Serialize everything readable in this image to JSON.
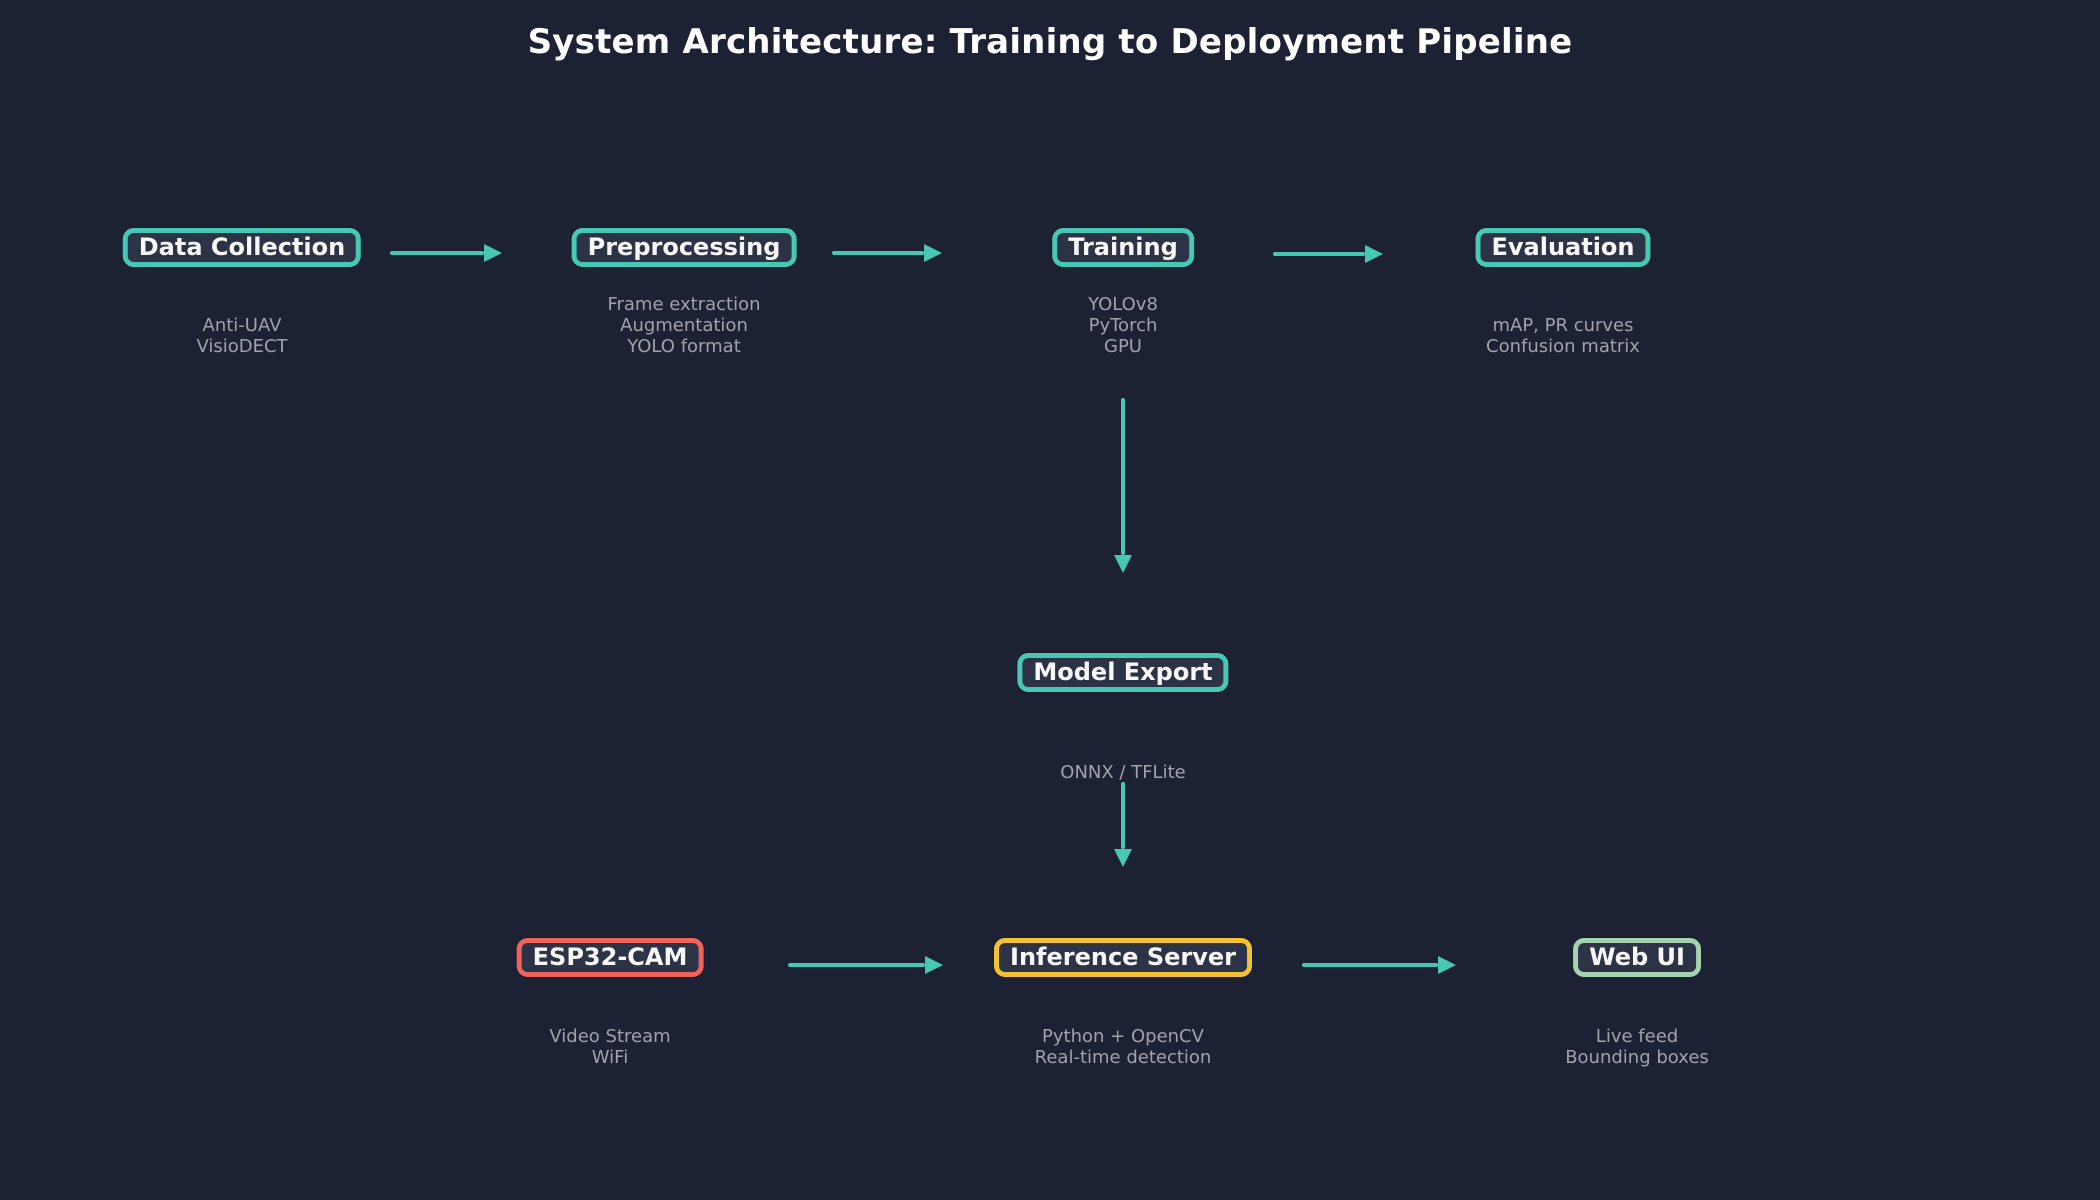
{
  "title": "System Architecture: Training to Deployment Pipeline",
  "colors": {
    "background": "#1d2134",
    "node_fill": "#2c3347",
    "accent_teal": "#47c8b4",
    "accent_red": "#f0635a",
    "accent_yellow": "#f2c233",
    "accent_mint": "#a5d3b1",
    "label_text": "#f8f8f8",
    "sublabel_text": "#a2a2ab",
    "arrow": "#47c8b4"
  },
  "nodes": [
    {
      "id": "data-collection",
      "label": "Data Collection",
      "sublabel": "Anti-UAV\nVisioDECT",
      "accent": "#47c8b4"
    },
    {
      "id": "preprocessing",
      "label": "Preprocessing",
      "sublabel": "Frame extraction\nAugmentation\nYOLO format",
      "accent": "#47c8b4"
    },
    {
      "id": "training",
      "label": "Training",
      "sublabel": "YOLOv8\nPyTorch\nGPU",
      "accent": "#47c8b4"
    },
    {
      "id": "evaluation",
      "label": "Evaluation",
      "sublabel": "mAP, PR curves\nConfusion matrix",
      "accent": "#47c8b4"
    },
    {
      "id": "model-export",
      "label": "Model Export",
      "sublabel": "ONNX / TFLite",
      "accent": "#47c8b4"
    },
    {
      "id": "esp32-cam",
      "label": "ESP32-CAM",
      "sublabel": "Video Stream\nWiFi",
      "accent": "#f0635a"
    },
    {
      "id": "inference-server",
      "label": "Inference Server",
      "sublabel": "Python + OpenCV\nReal-time detection",
      "accent": "#f2c233"
    },
    {
      "id": "web-ui",
      "label": "Web UI",
      "sublabel": "Live feed\nBounding boxes",
      "accent": "#a5d3b1"
    }
  ],
  "edges": [
    {
      "from": "Data Collection",
      "to": "Preprocessing"
    },
    {
      "from": "Preprocessing",
      "to": "Training"
    },
    {
      "from": "Training",
      "to": "Evaluation"
    },
    {
      "from": "Training",
      "to": "Model Export"
    },
    {
      "from": "Model Export",
      "to": "Inference Server"
    },
    {
      "from": "ESP32-CAM",
      "to": "Inference Server"
    },
    {
      "from": "Inference Server",
      "to": "Web UI"
    }
  ]
}
